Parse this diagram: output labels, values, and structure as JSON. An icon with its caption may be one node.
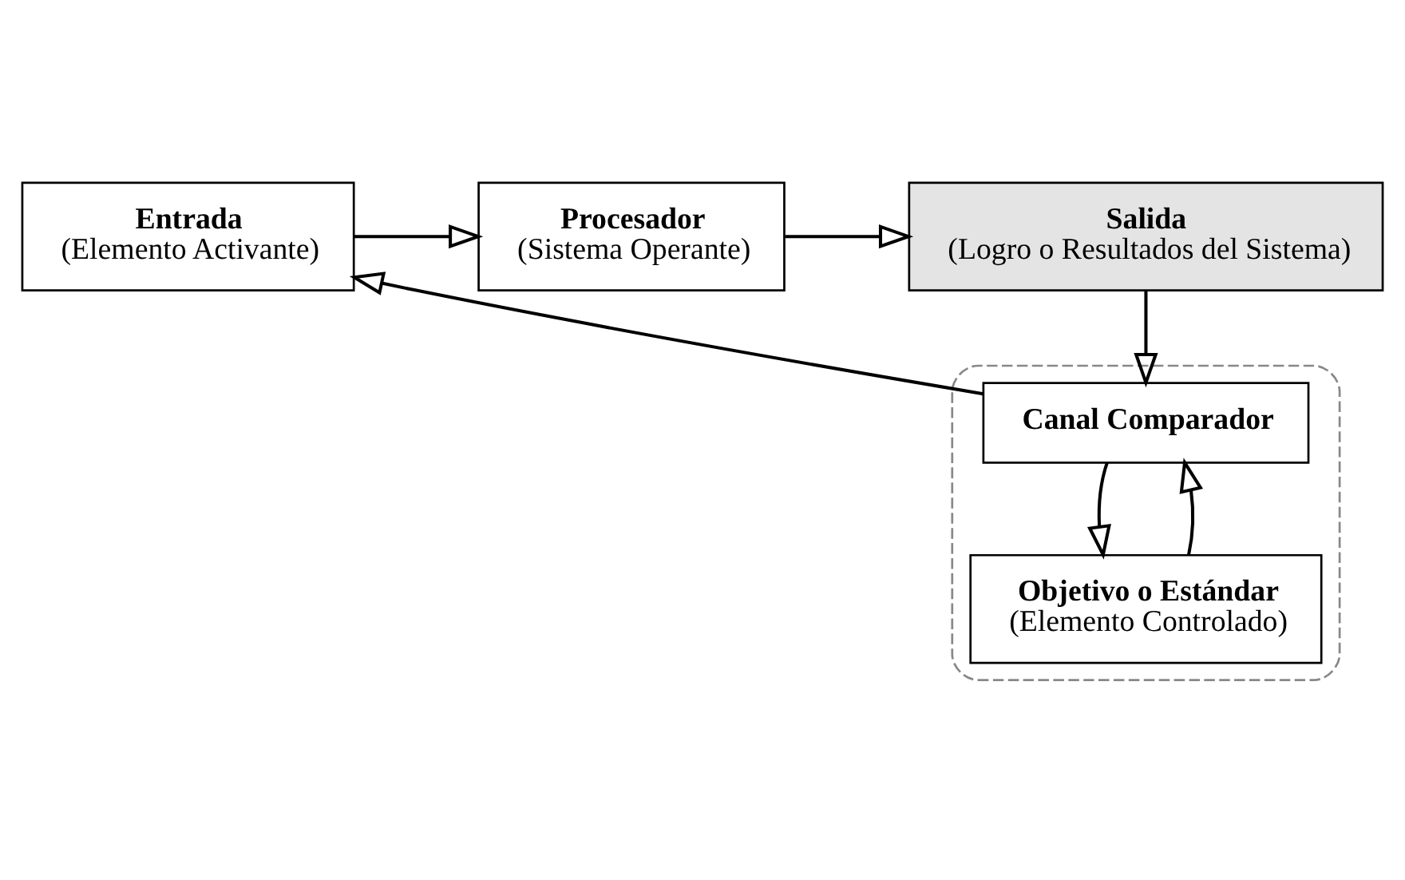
{
  "diagram": {
    "nodes": [
      {
        "text": [
          "Entrada",
          "(Elemento Activante)"
        ]
      },
      {
        "text": [
          "Procesador",
          "(Sistema Operante)"
        ]
      },
      {
        "text": [
          "Salida",
          "(Logro o Resultados del Sistema)"
        ]
      },
      {
        "text": [],
        "shape": "ellipse"
      },
      {
        "text": [
          "Canal Comparador"
        ],
        "in": 3
      },
      {
        "text": [
          "Objetivo o Estándar",
          "(Elemento Controlado)"
        ],
        "in": 3
      }
    ],
    "edges": [
      {
        "from": 0,
        "to": 1,
        "arrow": "to"
      },
      {
        "from": 1,
        "to": 2,
        "arrow": "to"
      },
      {
        "from": 2,
        "to": 4,
        "arrow": "to"
      },
      {
        "from": 4,
        "to": 0,
        "arrow": "to"
      },
      {
        "from": 5,
        "to": 4,
        "arrow": "to"
      },
      {
        "from": 4,
        "to": 5,
        "arrow": "to"
      }
    ]
  }
}
